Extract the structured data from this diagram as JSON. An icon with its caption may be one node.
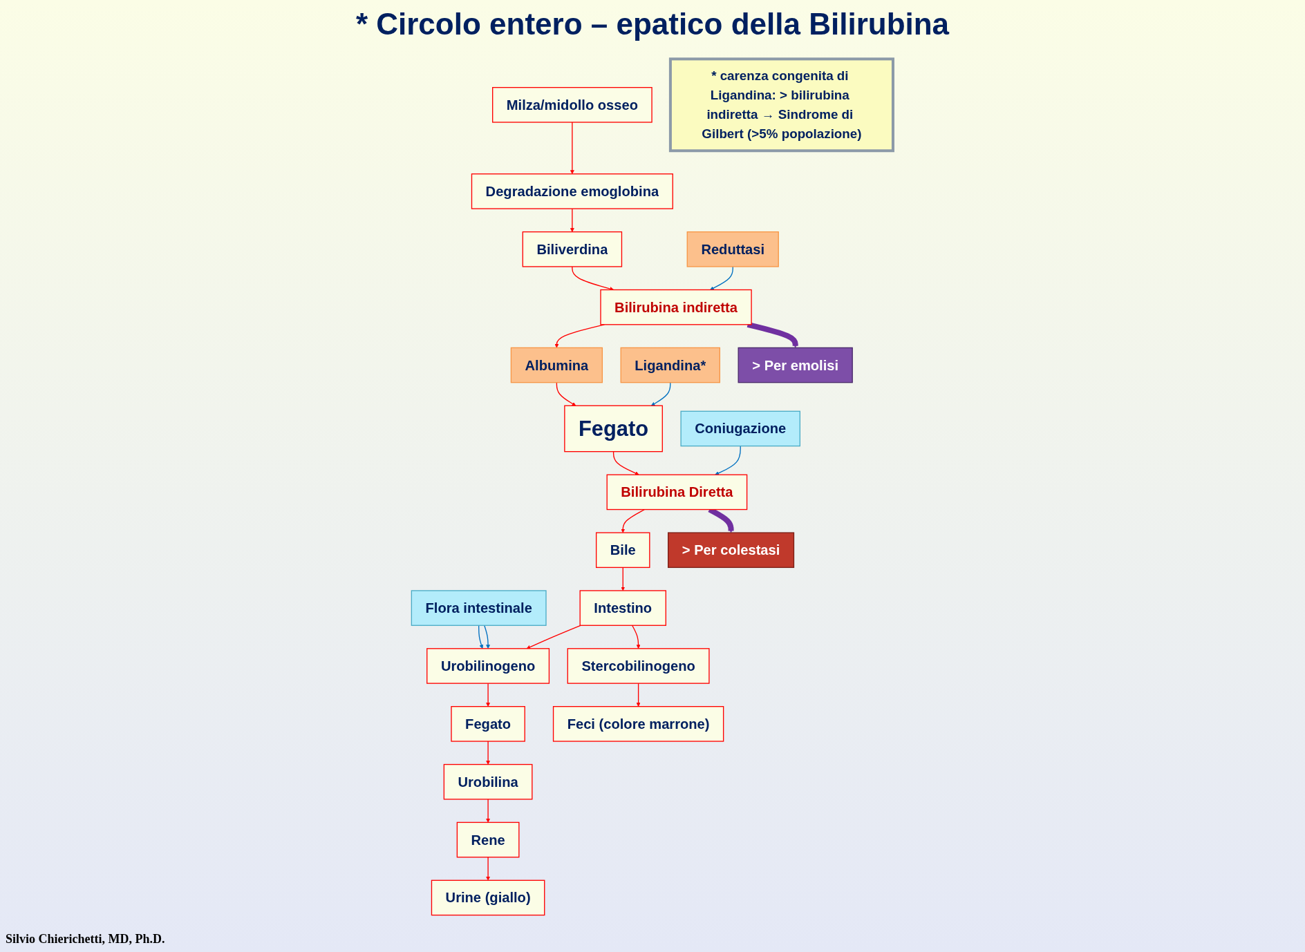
{
  "diagram": {
    "title": "* Circolo entero – epatico della Bilirubina",
    "nodes": [
      {
        "text": [
          "Milza/midollo osseo"
        ]
      },
      {
        "text": [
          "Degradazione emoglobina"
        ]
      },
      {
        "text": [
          "Reduttasi"
        ]
      },
      {
        "text": [
          "Albumina"
        ]
      },
      {
        "text": [
          "Ligandina*"
        ]
      },
      {
        "text": [
          "Biliverdina"
        ]
      },
      {
        "text": [
          "Bilirubina indiretta"
        ]
      },
      {
        "text": [
          "Fegato"
        ]
      },
      {
        "text": [
          "Flora intestinale"
        ]
      },
      {
        "text": [
          "> Per emolisi"
        ]
      },
      {
        "text": [
          "Bilirubina Diretta"
        ]
      },
      {
        "text": [
          "Coniugazione"
        ]
      },
      {
        "text": [
          "Bile"
        ]
      },
      {
        "text": [
          "Intestino"
        ]
      },
      {
        "text": [
          "Urobilinogeno"
        ]
      },
      {
        "text": [
          "Fegato"
        ]
      },
      {
        "text": [
          "> Per colestasi"
        ]
      },
      {
        "text": [
          "Stercobilinogeno"
        ]
      },
      {
        "text": [
          "Urobilina"
        ]
      },
      {
        "text": [
          "Rene"
        ]
      },
      {
        "text": [
          "Feci (colore marrone)"
        ]
      },
      {
        "text": [
          "Urine (giallo)"
        ]
      },
      {
        "text": [
          "* carenza congenita di Ligandina: > bilirubina indiretta → Sindrome di Gilbert (>5% popolazione)"
        ]
      }
    ],
    "edges": [
      {
        "from": 0,
        "to": 1,
        "arrow": "to"
      },
      {
        "from": 1,
        "to": 5,
        "arrow": "to"
      },
      {
        "from": 5,
        "to": 6,
        "arrow": "to"
      },
      {
        "from": 2,
        "to": 6,
        "arrow": "to",
        "color": "#0070c0"
      },
      {
        "from": 6,
        "to": 3,
        "arrow": "to"
      },
      {
        "from": 3,
        "to": 7,
        "arrow": "to"
      },
      {
        "from": 4,
        "to": 7,
        "arrow": "to",
        "color": "#0070c0"
      },
      {
        "from": 6,
        "to": 9,
        "arrow": "to",
        "style": "thick",
        "color": "#7030a0"
      },
      {
        "from": 7,
        "to": 10,
        "arrow": "to"
      },
      {
        "from": 11,
        "to": 10,
        "arrow": "to",
        "color": "#0070c0"
      },
      {
        "from": 10,
        "to": 12,
        "arrow": "to"
      },
      {
        "from": 10,
        "to": 16,
        "arrow": "to",
        "style": "thick",
        "color": "#7030a0"
      },
      {
        "from": 12,
        "to": 13,
        "arrow": "to"
      },
      {
        "from": 8,
        "to": 14,
        "arrow": "to",
        "color": "#0070c0"
      },
      {
        "from": 8,
        "to": 14,
        "arrow": "to",
        "color": "#0070c0"
      },
      {
        "from": 13,
        "to": 14,
        "arrow": "to"
      },
      {
        "from": 13,
        "to": 17,
        "arrow": "to"
      },
      {
        "from": 14,
        "to": 15,
        "arrow": "to"
      },
      {
        "from": 15,
        "to": 18,
        "arrow": "to"
      },
      {
        "from": 18,
        "to": 19,
        "arrow": "to"
      },
      {
        "from": 19,
        "to": 21,
        "arrow": "to"
      },
      {
        "from": 17,
        "to": 20,
        "arrow": "to"
      }
    ],
    "labels": [
      "Silvio Chierichetti, MD, Ph.D."
    ]
  }
}
